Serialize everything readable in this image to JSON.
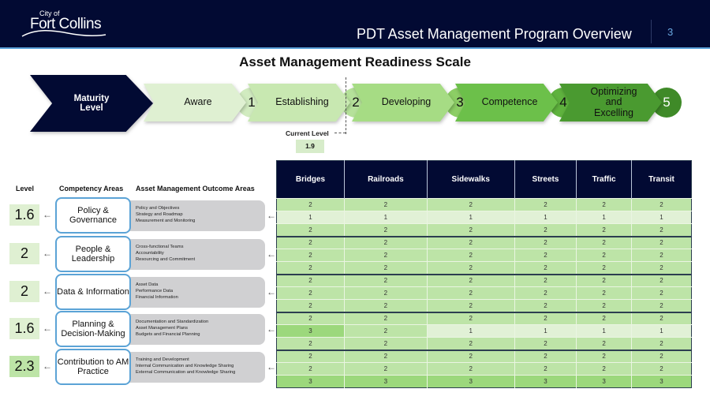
{
  "header": {
    "logo_small": "City of",
    "logo_large": "Fort Collins",
    "title": "PDT Asset Management Program Overview",
    "page_number": "3"
  },
  "slide": {
    "title": "Asset Management Readiness Scale"
  },
  "scale": {
    "maturity_label": "Maturity Level",
    "stages": [
      {
        "label": "Aware",
        "color": "#dff0d2"
      },
      {
        "label": "Establishing",
        "color": "#c8e8b1"
      },
      {
        "label": "Developing",
        "color": "#a6dc84"
      },
      {
        "label": "Competence",
        "color": "#6cc04a"
      },
      {
        "label": "Optimizing and Excelling",
        "color": "#4a9a30"
      }
    ],
    "numbers": [
      "1",
      "2",
      "3",
      "4",
      "5"
    ],
    "current_level_label": "Current Level",
    "current_level_value": "1.9"
  },
  "columns": {
    "level": "Level",
    "competency": "Competency Areas",
    "outcomes": "Asset Management Outcome Areas"
  },
  "areas": [
    {
      "level": "1.6",
      "name": "Policy & Governance",
      "outcomes": [
        "Policy and Objectives",
        "Strategy and Roadmap",
        "Measurement and Monitoring"
      ]
    },
    {
      "level": "2",
      "name": "People & Leadership",
      "outcomes": [
        "Cross-functional Teams",
        "Accountability",
        "Resourcing and Commitment"
      ]
    },
    {
      "level": "2",
      "name": "Data & Information",
      "outcomes": [
        "Asset Data",
        "Performance Data",
        "Financial Information"
      ]
    },
    {
      "level": "1.6",
      "name": "Planning & Decision-Making",
      "outcomes": [
        "Documentation and Standardization",
        "Asset Management Plans",
        "Budgets and Financial Planning"
      ]
    },
    {
      "level": "2.3",
      "name": "Contribution to AM Practice",
      "outcomes": [
        "Training and Development",
        "Internal Communication and Knowledge Sharing",
        "External Communication and Knowledge Sharing"
      ]
    }
  ],
  "table": {
    "headers": [
      "Bridges",
      "Railroads",
      "Sidewalks",
      "Streets",
      "Traffic",
      "Transit"
    ],
    "rows": [
      [
        "2",
        "2",
        "2",
        "2",
        "2",
        "2"
      ],
      [
        "1",
        "1",
        "1",
        "1",
        "1",
        "1"
      ],
      [
        "2",
        "2",
        "2",
        "2",
        "2",
        "2"
      ],
      [
        "2",
        "2",
        "2",
        "2",
        "2",
        "2"
      ],
      [
        "2",
        "2",
        "2",
        "2",
        "2",
        "2"
      ],
      [
        "2",
        "2",
        "2",
        "2",
        "2",
        "2"
      ],
      [
        "2",
        "2",
        "2",
        "2",
        "2",
        "2"
      ],
      [
        "2",
        "2",
        "2",
        "2",
        "2",
        "2"
      ],
      [
        "2",
        "2",
        "2",
        "2",
        "2",
        "2"
      ],
      [
        "2",
        "2",
        "2",
        "2",
        "2",
        "2"
      ],
      [
        "3",
        "2",
        "1",
        "1",
        "1",
        "1"
      ],
      [
        "2",
        "2",
        "2",
        "2",
        "2",
        "2"
      ],
      [
        "2",
        "2",
        "2",
        "2",
        "2",
        "2"
      ],
      [
        "2",
        "2",
        "2",
        "2",
        "2",
        "2"
      ],
      [
        "3",
        "3",
        "3",
        "3",
        "3",
        "3"
      ]
    ]
  }
}
